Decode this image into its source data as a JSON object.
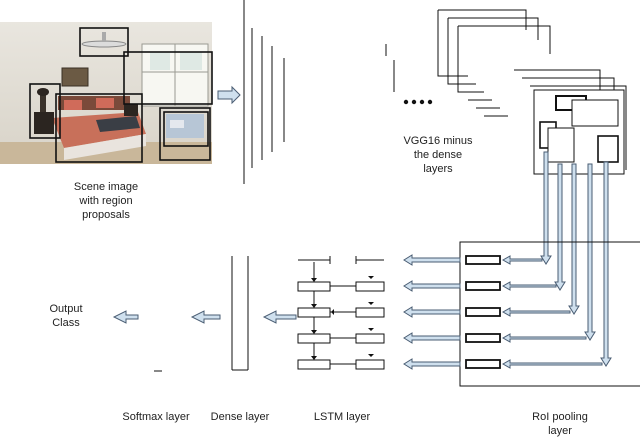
{
  "labels": {
    "scene_line1": "Scene image",
    "scene_line2": "with region",
    "scene_line3": "proposals",
    "vgg_line1": "VGG16 minus",
    "vgg_line2": "the dense",
    "vgg_line3": "layers",
    "output_line1": "Output",
    "output_line2": "Class",
    "softmax": "Softmax layer",
    "dense": "Dense layer",
    "lstm": "LSTM layer",
    "roi_line1": "RoI pooling",
    "roi_line2": "layer"
  },
  "colors": {
    "arrow_fill": "#cfe0ee",
    "arrow_stroke": "#4a5d73",
    "line": "#111111"
  }
}
